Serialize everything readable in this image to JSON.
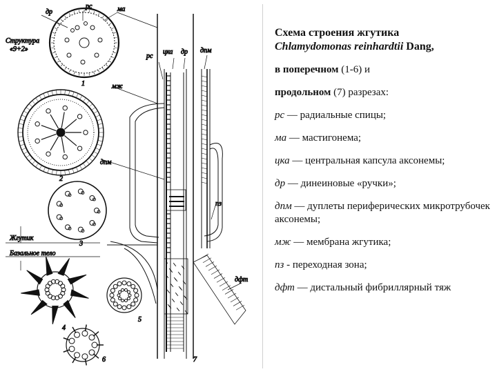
{
  "figure": {
    "labels": {
      "rs_top": "рс",
      "dr_top": "др",
      "ma": "ма",
      "struktura_line1": "Структура",
      "struktura_line2": "«9+2»",
      "num_1": "1",
      "mzh": "мж",
      "num_2": "2",
      "dpm_left": "дпм",
      "num_3": "3",
      "zhgutik": "Жгутик",
      "bazalnoe_telo": "Базальное тело",
      "num_4": "4",
      "num_5": "5",
      "num_6": "6",
      "rs_long": "рс",
      "cka": "цка",
      "dr_long": "др",
      "dpm_long": "дпм",
      "pz": "пз",
      "dft": "дфт",
      "num_7": "7"
    }
  },
  "legend": {
    "title_line1": "Схема строения жгутика",
    "title_species": "Chlamydomonas reinhardtii",
    "title_author": " Dang,",
    "line2_bold": "в поперечном",
    "line2_rest": " (1-6) и",
    "line3_bold": "продольном",
    "line3_rest": " (7) разрезах:",
    "items": [
      {
        "abbr": "рс",
        "text": " — радиальные спицы;"
      },
      {
        "abbr": "ма",
        "text": " — мастигонема;"
      },
      {
        "abbr": "цка",
        "text": " — центральная капсула аксонемы;"
      },
      {
        "abbr": "др",
        "text": " — динеиновые «ручки»;"
      },
      {
        "abbr": "дпм",
        "text": " — дуплеты периферических микротрубочек аксонемы;"
      },
      {
        "abbr": "мж",
        "text": " — мембрана жгутика;"
      },
      {
        "abbr": "пз",
        "text": " - переходная зона;"
      },
      {
        "abbr": "дфт",
        "text": " — дистальный фибриллярный тяж"
      }
    ]
  }
}
